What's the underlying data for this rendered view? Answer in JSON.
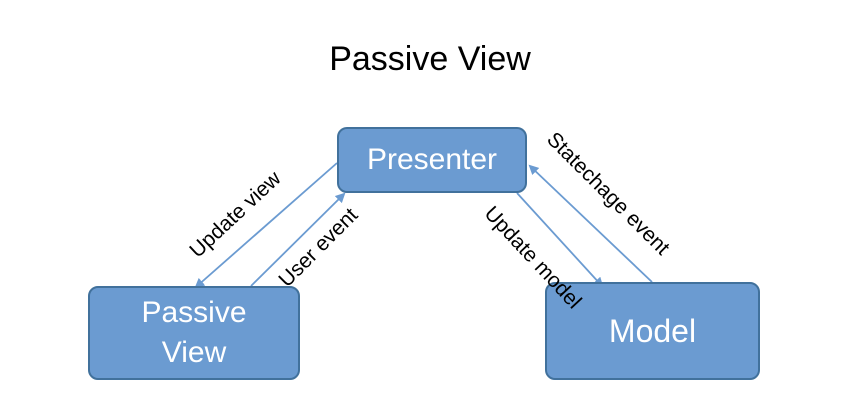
{
  "title": "Passive View",
  "nodes": {
    "presenter": "Presenter",
    "passive_view_line1": "Passive",
    "passive_view_line2": "View",
    "model": "Model"
  },
  "edges": {
    "update_view": "Update view",
    "user_event": "User event",
    "update_model": "Update model",
    "statechange_event": "Statechage event"
  },
  "colors": {
    "box_fill": "#6b9bd1",
    "box_border": "#41719c",
    "arrow": "#6b9bd1"
  }
}
